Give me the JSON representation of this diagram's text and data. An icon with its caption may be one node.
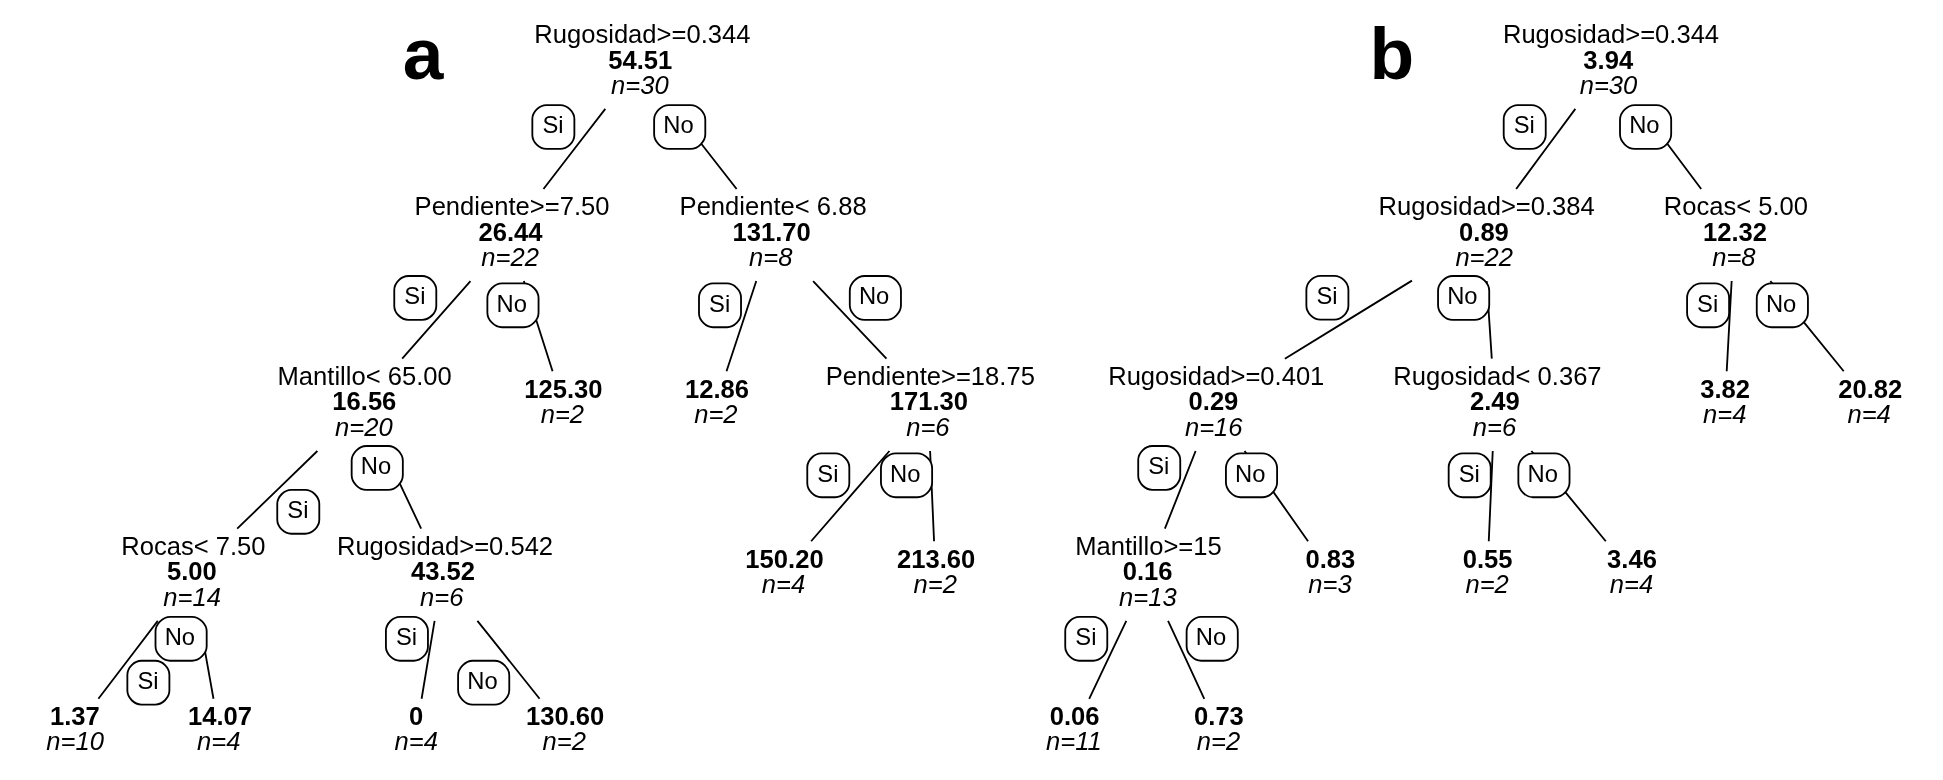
{
  "diagram": {
    "nodes": [
      {
        "text": [
          "Rugosidad>=0.344",
          "54.51",
          "n=30"
        ]
      },
      {
        "text": [
          "Pendiente>=7.50",
          "26.44",
          "n=22"
        ]
      },
      {
        "text": [
          "Pendiente< 6.88",
          "131.70",
          "n=8"
        ]
      },
      {
        "text": [
          "Mantillo< 65.00",
          "16.56",
          "n=20"
        ]
      },
      {
        "text": [
          "125.30",
          "n=2"
        ]
      },
      {
        "text": [
          "Rocas< 7.50",
          "5.00",
          "n=14"
        ]
      },
      {
        "text": [
          "Rugosidad>=0.542",
          "43.52",
          "n=6"
        ]
      },
      {
        "text": [
          "1.37",
          "n=10"
        ]
      },
      {
        "text": [
          "14.07",
          "n=4"
        ]
      },
      {
        "text": [
          "0",
          "n=4"
        ]
      },
      {
        "text": [
          "130.60",
          "n=2"
        ]
      },
      {
        "text": [
          "12.86",
          "n=2"
        ]
      },
      {
        "text": [
          "Pendiente>=18.75",
          "171.30",
          "n=6"
        ]
      },
      {
        "text": [
          "150.20",
          "n=4"
        ]
      },
      {
        "text": [
          "213.60",
          "n=2"
        ]
      },
      {
        "text": [
          "Rugosidad>=0.344",
          "3.94",
          "n=30"
        ]
      },
      {
        "text": [
          "Rugosidad>=0.384",
          "0.89",
          "n=22"
        ]
      },
      {
        "text": [
          "Rocas< 5.00",
          "12.32",
          "n=8"
        ]
      },
      {
        "text": [
          "Rugosidad>=0.401",
          "0.29",
          "n=16"
        ]
      },
      {
        "text": [
          "Rugosidad< 0.367",
          "2.49",
          "n=6"
        ]
      },
      {
        "text": [
          "Mantillo>=15",
          "0.16",
          "n=13"
        ]
      },
      {
        "text": [
          "0.83",
          "n=3"
        ]
      },
      {
        "text": [
          "0.06",
          "n=11"
        ]
      },
      {
        "text": [
          "0.73",
          "n=2"
        ]
      },
      {
        "text": [
          "0.55",
          "n=2"
        ]
      },
      {
        "text": [
          "3.46",
          "n=4"
        ]
      },
      {
        "text": [
          "3.82",
          "n=4"
        ]
      },
      {
        "text": [
          "20.82",
          "n=4"
        ]
      }
    ],
    "edges": [
      {
        "from": 0,
        "to": 1,
        "arrow": "none",
        "label": "Si"
      },
      {
        "from": 0,
        "to": 2,
        "arrow": "none",
        "label": "No"
      },
      {
        "from": 1,
        "to": 3,
        "arrow": "none",
        "label": "Si"
      },
      {
        "from": 1,
        "to": 4,
        "arrow": "none",
        "label": "No"
      },
      {
        "from": 3,
        "to": 5,
        "arrow": "none",
        "label": "Si"
      },
      {
        "from": 3,
        "to": 6,
        "arrow": "none",
        "label": "No"
      },
      {
        "from": 5,
        "to": 7,
        "arrow": "none",
        "label": "Si"
      },
      {
        "from": 5,
        "to": 8,
        "arrow": "none",
        "label": "No"
      },
      {
        "from": 6,
        "to": 9,
        "arrow": "none",
        "label": "Si"
      },
      {
        "from": 6,
        "to": 10,
        "arrow": "none",
        "label": "No"
      },
      {
        "from": 2,
        "to": 11,
        "arrow": "none",
        "label": "Si"
      },
      {
        "from": 2,
        "to": 12,
        "arrow": "none",
        "label": "No"
      },
      {
        "from": 12,
        "to": 13,
        "arrow": "none",
        "label": "Si"
      },
      {
        "from": 12,
        "to": 14,
        "arrow": "none",
        "label": "No"
      },
      {
        "from": 15,
        "to": 16,
        "arrow": "none",
        "label": "Si"
      },
      {
        "from": 15,
        "to": 17,
        "arrow": "none",
        "label": "No"
      },
      {
        "from": 16,
        "to": 18,
        "arrow": "none",
        "label": "Si"
      },
      {
        "from": 16,
        "to": 19,
        "arrow": "none",
        "label": "No"
      },
      {
        "from": 18,
        "to": 20,
        "arrow": "none",
        "label": "Si"
      },
      {
        "from": 18,
        "to": 21,
        "arrow": "none",
        "label": "No"
      },
      {
        "from": 20,
        "to": 22,
        "arrow": "none",
        "label": "Si"
      },
      {
        "from": 20,
        "to": 23,
        "arrow": "none",
        "label": "No"
      },
      {
        "from": 19,
        "to": 24,
        "arrow": "none",
        "label": "Si"
      },
      {
        "from": 19,
        "to": 25,
        "arrow": "none",
        "label": "No"
      },
      {
        "from": 17,
        "to": 26,
        "arrow": "none",
        "label": "Si"
      },
      {
        "from": 17,
        "to": 27,
        "arrow": "none",
        "label": "No"
      }
    ],
    "labels": [
      "a",
      "b"
    ]
  }
}
